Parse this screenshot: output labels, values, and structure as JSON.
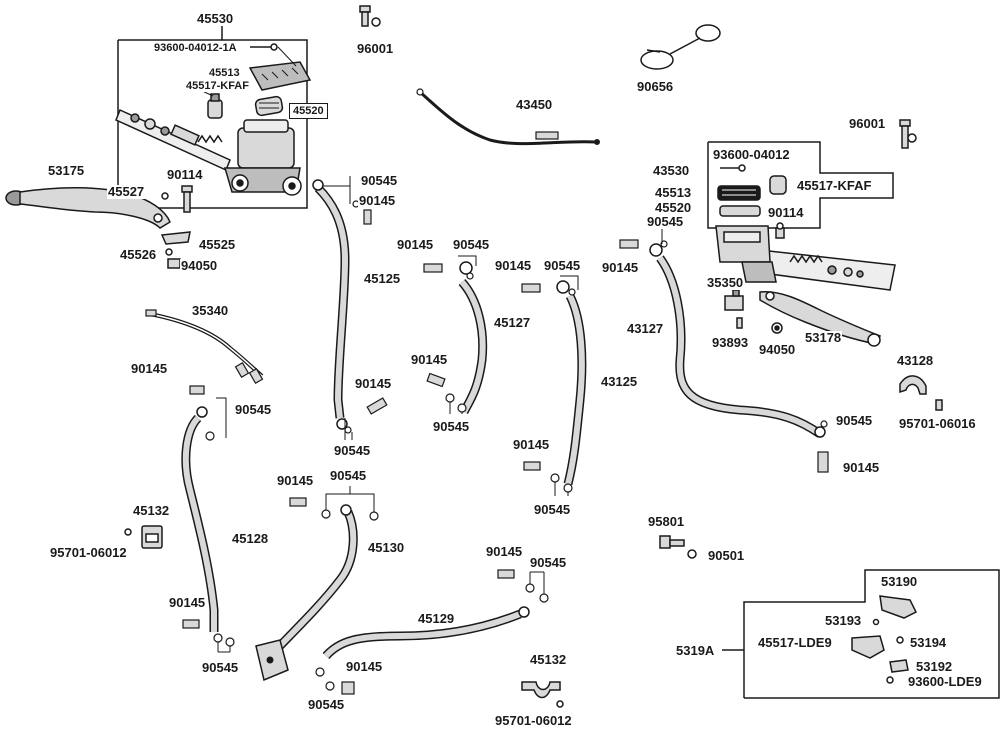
{
  "colors": {
    "line": "#1a1a1a",
    "part_fill": "#d9d9d9",
    "part_shade": "#9a9a9a",
    "background": "#ffffff"
  },
  "labels": {
    "p45530": "45530",
    "p93600_1a": "93600-04012-1A",
    "p45513_a": "45513",
    "p45517_kfaf_a": "45517-KFAF",
    "p45520_a": "45520",
    "p96001_a": "96001",
    "p90656": "90656",
    "p43450": "43450",
    "p96001_b": "96001",
    "p53175": "53175",
    "p45527": "45527",
    "p90114_a": "90114",
    "p45525": "45525",
    "p45526": "45526",
    "p94050_a": "94050",
    "p90545_a": "90545",
    "p90145_a": "90145",
    "p45125": "45125",
    "p90145_b": "90145",
    "p90545_b": "90545",
    "p90145_c": "90145",
    "p90545_c": "90545",
    "p45127": "45127",
    "p90145_d": "90145",
    "p90545_d": "90545",
    "p90145_e": "90145",
    "p90545_e": "90545",
    "p43125": "43125",
    "p90145_f": "90145",
    "p90545_f": "90545",
    "p43530": "43530",
    "p93600_04012": "93600-04012",
    "p45513_b": "45513",
    "p45517_kfaf_b": "45517-KFAF",
    "p45520_b": "45520",
    "p90114_b": "90114",
    "p90545_g": "90545",
    "p90145_g": "90145",
    "p35350": "35350",
    "p43127": "43127",
    "p93893": "93893",
    "p94050_b": "94050",
    "p53178": "53178",
    "p43128": "43128",
    "p95701_06016": "95701-06016",
    "p90545_h": "90545",
    "p90145_h": "90145",
    "p35340": "35340",
    "p90145_i": "90145",
    "p90545_i": "90545",
    "p45132_a": "45132",
    "p95701_06012_a": "95701-06012",
    "p45128": "45128",
    "p90145_j": "90145",
    "p90545_j": "90545",
    "p90145_k": "90145",
    "p90545_k": "90545",
    "p45130": "45130",
    "p90145_l": "90145",
    "p90545_l": "90545",
    "p45129": "45129",
    "p90145_m": "90145",
    "p90545_m": "90545",
    "p45132_b": "45132",
    "p95701_06012_b": "95701-06012",
    "p95801": "95801",
    "p90501": "90501",
    "p53190": "53190",
    "p53193": "53193",
    "p45517_lde9": "45517-LDE9",
    "p53194": "53194",
    "p53192": "53192",
    "p93600_lde9": "93600-LDE9",
    "p5319a": "5319A"
  }
}
